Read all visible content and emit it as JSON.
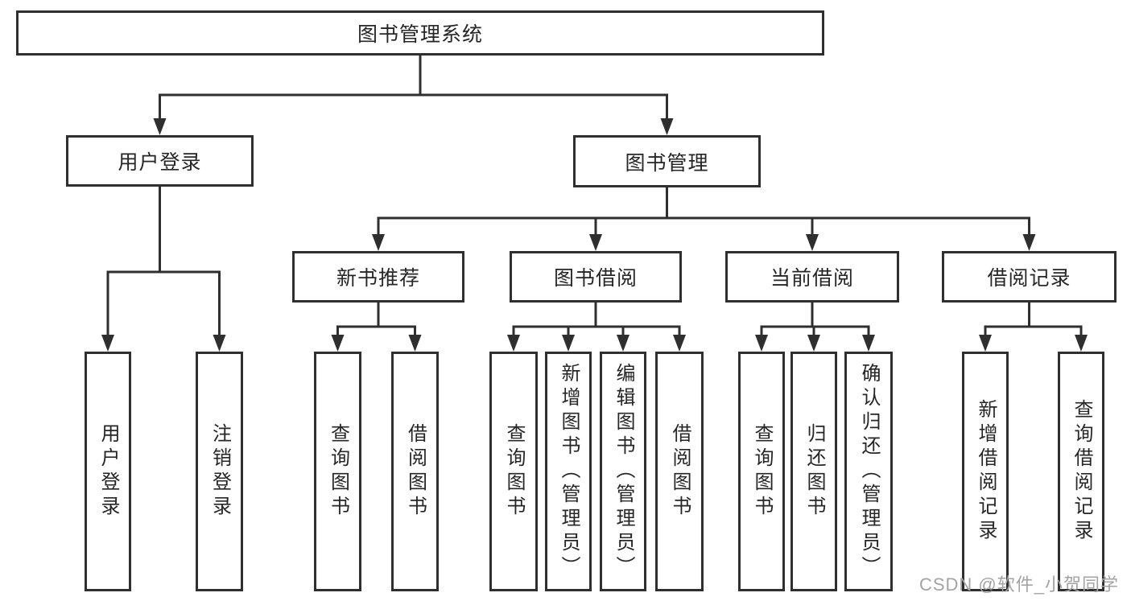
{
  "diagram": {
    "background": "#ffffff",
    "colors": {
      "line": "#2f2f2f",
      "box_border": "#2f2f2f",
      "text": "#262626",
      "watermark": "#a3a3a3"
    },
    "root": {
      "label": "图书管理系统",
      "children": [
        {
          "label": "用户登录",
          "children": [
            {
              "label": "用户登录"
            },
            {
              "label": "注销登录"
            }
          ]
        },
        {
          "label": "图书管理",
          "children": [
            {
              "label": "新书推荐",
              "children": [
                {
                  "label": "查询图书"
                },
                {
                  "label": "借阅图书"
                }
              ]
            },
            {
              "label": "图书借阅",
              "children": [
                {
                  "label": "查询图书"
                },
                {
                  "label": "新增图书（管理员）"
                },
                {
                  "label": "编辑图书（管理员）"
                },
                {
                  "label": "借阅图书"
                }
              ]
            },
            {
              "label": "当前借阅",
              "children": [
                {
                  "label": "查询图书"
                },
                {
                  "label": "归还图书"
                },
                {
                  "label": "确认归还（管理员）"
                }
              ]
            },
            {
              "label": "借阅记录",
              "children": [
                {
                  "label": "新增借阅记录"
                },
                {
                  "label": "查询借阅记录"
                }
              ]
            }
          ]
        }
      ]
    },
    "watermark": {
      "text": "CSDN @软件_小贺同学"
    }
  }
}
